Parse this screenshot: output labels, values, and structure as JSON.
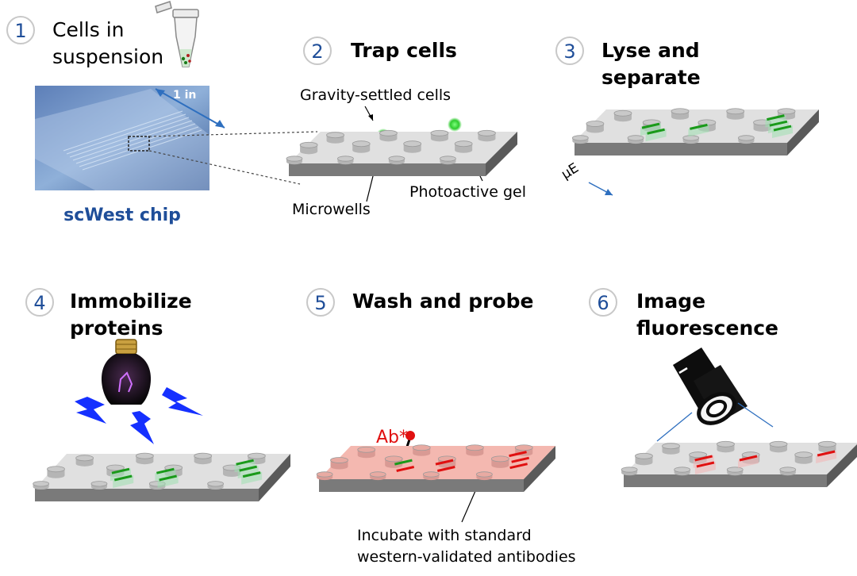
{
  "steps": [
    {
      "number": "1",
      "title": [
        "Cells in",
        "suspension"
      ]
    },
    {
      "number": "2",
      "title": [
        "Trap cells"
      ]
    },
    {
      "number": "3",
      "title": [
        "Lyse and",
        "separate"
      ]
    },
    {
      "number": "4",
      "title": [
        "Immobilize",
        "proteins"
      ]
    },
    {
      "number": "5",
      "title": [
        "Wash and probe"
      ]
    },
    {
      "number": "6",
      "title": [
        "Image",
        "fluorescence"
      ]
    }
  ],
  "chip": {
    "name": "scWest chip",
    "scale_label": "1 in"
  },
  "labels": {
    "gravity_settled": "Gravity-settled cells",
    "microwells": "Microwells",
    "photoactive_gel": "Photoactive gel",
    "field": "μE",
    "antibody": "Ab*",
    "incubate": [
      "Incubate with standard",
      "western-validated antibodies"
    ]
  },
  "colors": {
    "step_number": "#1f4e99",
    "chip_title": "#1f4e99",
    "arrow_blue": "#2e6fbf",
    "band_green": "#1a9a1a",
    "band_red": "#e01010",
    "probe_tint": "#f4b8b0",
    "antibody": "#e01010",
    "lightning": "#1530ff"
  }
}
